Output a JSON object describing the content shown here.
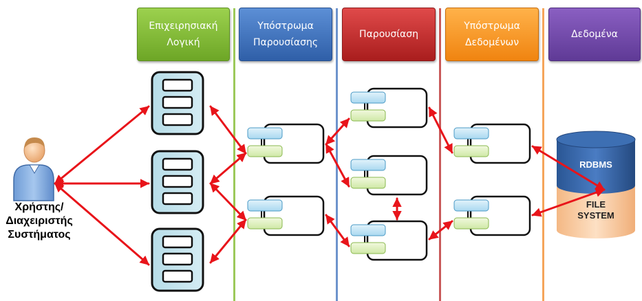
{
  "columns": [
    {
      "title": "Επιχειρησιακή\nΛογική",
      "color": "#7ab536"
    },
    {
      "title": "Υπόστρωμα\nΠαρουσίασης",
      "color": "#3a6ebd"
    },
    {
      "title": "Παρουσίαση",
      "color": "#c0272d"
    },
    {
      "title": "Υπόστρωμα\nΔεδομένων",
      "color": "#f7941d"
    },
    {
      "title": "Δεδομένα",
      "color": "#6b46a6"
    }
  ],
  "user": {
    "icon": "user-icon",
    "label_line1": "Χρήστης/",
    "label_line2": "Διαχειριστής",
    "label_line3": "Συστήματος"
  },
  "database": {
    "top_label": "RDBMS",
    "bottom_label_line1": "FILE",
    "bottom_label_line2": "SYSTEM",
    "top_color": "#2f5fa0",
    "bottom_color": "#f9c79a"
  },
  "arrow_color": "#e8141a"
}
